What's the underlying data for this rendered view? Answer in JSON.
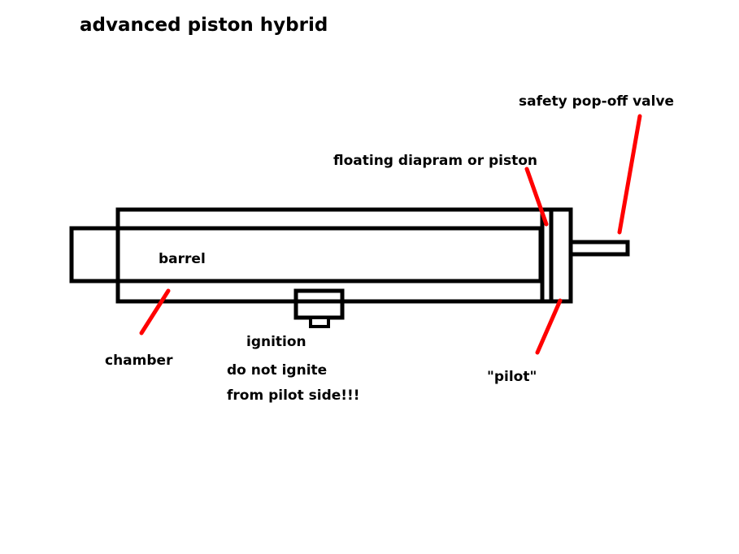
{
  "title": "advanced piston hybrid",
  "colors": {
    "outline": "#000000",
    "leader": "#ff0000",
    "background": "#ffffff"
  },
  "labels": {
    "barrel": "barrel",
    "chamber": "chamber",
    "ignition": "ignition",
    "warning_line1": "do not ignite",
    "warning_line2": "from pilot side!!!",
    "floating": "floating diapram or piston",
    "safety_valve": "safety pop-off valve",
    "pilot": "\"pilot\""
  }
}
